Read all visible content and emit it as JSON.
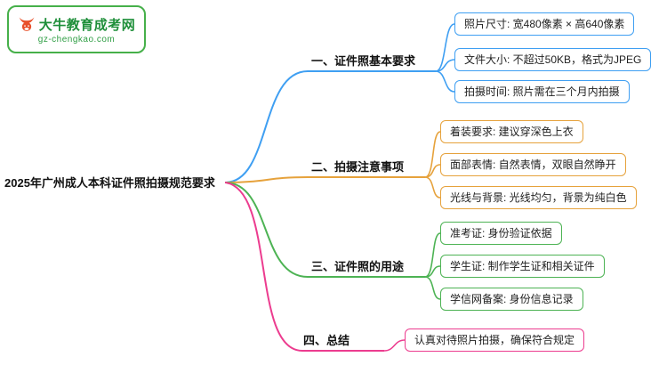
{
  "logo": {
    "title": "大牛教育成考网",
    "subtitle": "gz-chengkao.com",
    "icon": "bull-head",
    "border_color": "#46b04a",
    "text_color": "#1f8f3a",
    "icon_color": "#e8502a"
  },
  "root": {
    "label": "2025年广州成人本科证件照拍摄规范要求"
  },
  "branches": [
    {
      "label": "一、证件照基本要求",
      "color": "#3f9ff2",
      "children": [
        "照片尺寸: 宽480像素 × 高640像素",
        "文件大小: 不超过50KB，格式为JPEG",
        "拍摄时间: 照片需在三个月内拍摄"
      ]
    },
    {
      "label": "二、拍摄注意事项",
      "color": "#e6a23c",
      "children": [
        "着装要求: 建议穿深色上衣",
        "面部表情: 自然表情，双眼自然睁开",
        "光线与背景: 光线均匀，背景为纯白色"
      ]
    },
    {
      "label": "三、证件照的用途",
      "color": "#4db354",
      "children": [
        "准考证: 身份验证依据",
        "学生证: 制作学生证和相关证件",
        "学信网备案: 身份信息记录"
      ]
    },
    {
      "label": "四、总结",
      "color": "#ec3c8f",
      "children": [
        "认真对待照片拍摄，确保符合规定"
      ]
    }
  ]
}
